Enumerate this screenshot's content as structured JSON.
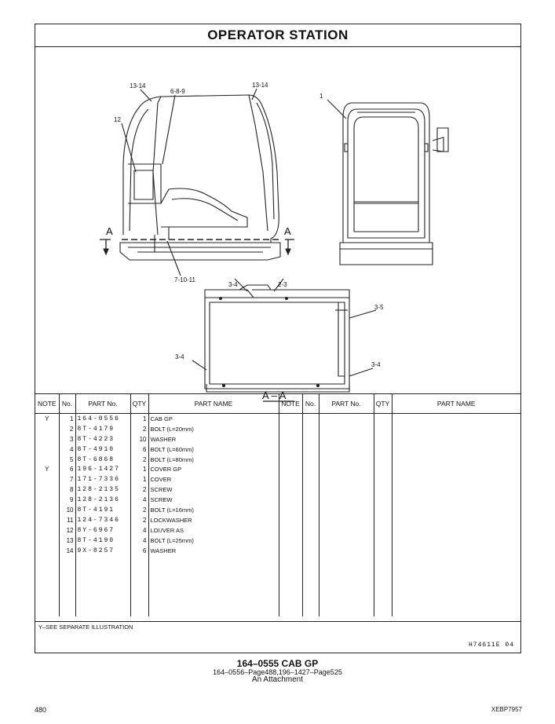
{
  "page": {
    "title": "OPERATOR  STATION",
    "page_number": "480",
    "doc_id": "XEBP7957",
    "illustration_id": "H74611E    04",
    "footnote": "Y–SEE  SEPARATE  ILLUSTRATION",
    "caption": {
      "main": "164–0555   CAB  GP",
      "refs": "164–0556–Page488,196–1427–Page525",
      "note": "An Attachment"
    }
  },
  "illustration": {
    "callouts": {
      "c13_14_left": "13-14",
      "c6_8_9": "6-8-9",
      "c13_14_right": "13-14",
      "c1": "1",
      "c12": "12",
      "cA_left": "A",
      "cA_right": "A",
      "c7_10_11": "7-10-11",
      "c3_4_top": "3-4",
      "c2_3": "2-3",
      "c3_5": "3-5",
      "c3_4_left": "3-4",
      "c3_4_right": "3-4",
      "section": "A – A"
    }
  },
  "table": {
    "headers": [
      "NOTE",
      "No.",
      "PART No.",
      "QTY",
      "PART NAME",
      "NOTE",
      "No.",
      "PART No.",
      "QTY",
      "PART NAME"
    ],
    "rows": [
      {
        "note": "Y",
        "no": "1",
        "part": "164-0556",
        "qty": "1",
        "name": "CAB GP"
      },
      {
        "note": "",
        "no": "2",
        "part": "8T-4179",
        "qty": "2",
        "name": "BOLT (L=20mm)"
      },
      {
        "note": "",
        "no": "3",
        "part": "8T-4223",
        "qty": "10",
        "name": "WASHER"
      },
      {
        "note": "",
        "no": "4",
        "part": "8T-4910",
        "qty": "6",
        "name": "BOLT (L=60mm)"
      },
      {
        "note": "",
        "no": "5",
        "part": "8T-6868",
        "qty": "2",
        "name": "BOLT (L=80mm)"
      },
      {
        "note": "Y",
        "no": "6",
        "part": "196-1427",
        "qty": "1",
        "name": "COVER GP"
      },
      {
        "note": "",
        "no": "7",
        "part": "171-7336",
        "qty": "1",
        "name": "COVER"
      },
      {
        "note": "",
        "no": "8",
        "part": "128-2135",
        "qty": "2",
        "name": "SCREW"
      },
      {
        "note": "",
        "no": "9",
        "part": "128-2136",
        "qty": "4",
        "name": "SCREW"
      },
      {
        "note": "",
        "no": "10",
        "part": "8T-4191",
        "qty": "2",
        "name": "BOLT (L=16mm)"
      },
      {
        "note": "",
        "no": "11",
        "part": "124-7346",
        "qty": "2",
        "name": "LOCKWASHER"
      },
      {
        "note": "",
        "no": "12",
        "part": "8Y-6967",
        "qty": "4",
        "name": "LOUVER AS"
      },
      {
        "note": "",
        "no": "13",
        "part": "8T-4190",
        "qty": "4",
        "name": "BOLT (L=25mm)"
      },
      {
        "note": "",
        "no": "14",
        "part": "9X-8257",
        "qty": "6",
        "name": "WASHER"
      }
    ]
  }
}
